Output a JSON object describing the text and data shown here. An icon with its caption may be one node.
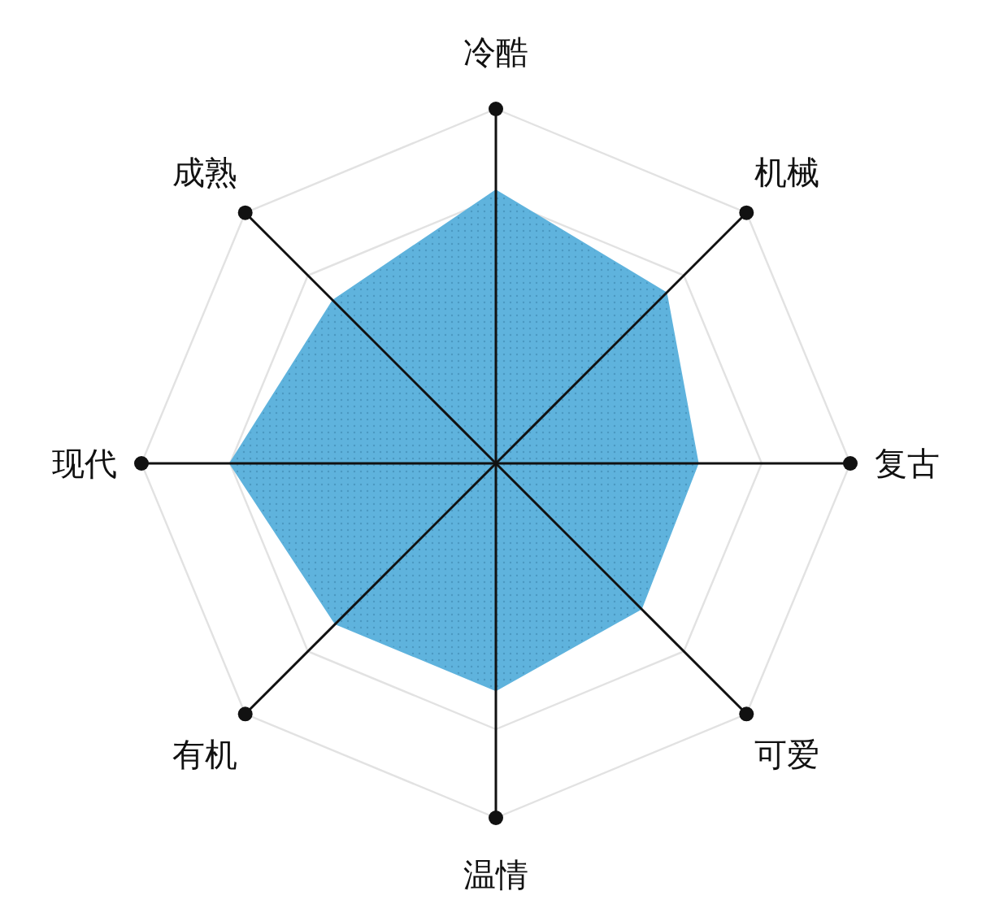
{
  "diagram": {
    "labels": [
      "冷酷",
      "成熟",
      "机械",
      "现代",
      "复古",
      "有机",
      "可爱",
      "温情"
    ]
  }
}
